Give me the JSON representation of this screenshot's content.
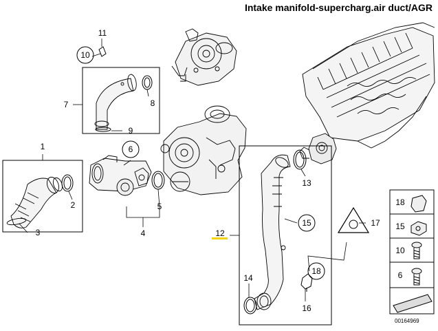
{
  "title": "Intake manifold-supercharg.air duct/AGR",
  "document_number": "00164969",
  "callouts": [
    {
      "id": "c1",
      "label": "1"
    },
    {
      "id": "c2",
      "label": "2"
    },
    {
      "id": "c3",
      "label": "3"
    },
    {
      "id": "c4",
      "label": "4"
    },
    {
      "id": "c5",
      "label": "5"
    },
    {
      "id": "c6",
      "label": "6"
    },
    {
      "id": "c7",
      "label": "7"
    },
    {
      "id": "c8",
      "label": "8"
    },
    {
      "id": "c9",
      "label": "9"
    },
    {
      "id": "c10",
      "label": "10"
    },
    {
      "id": "c11",
      "label": "11"
    },
    {
      "id": "c12",
      "label": "12"
    },
    {
      "id": "c13",
      "label": "13"
    },
    {
      "id": "c14",
      "label": "14"
    },
    {
      "id": "c15",
      "label": "15"
    },
    {
      "id": "c16",
      "label": "16"
    },
    {
      "id": "c17",
      "label": "17"
    },
    {
      "id": "c18",
      "label": "18"
    }
  ],
  "legend": [
    "18",
    "15",
    "10",
    "6"
  ],
  "highlight_color": "#f2d40a"
}
